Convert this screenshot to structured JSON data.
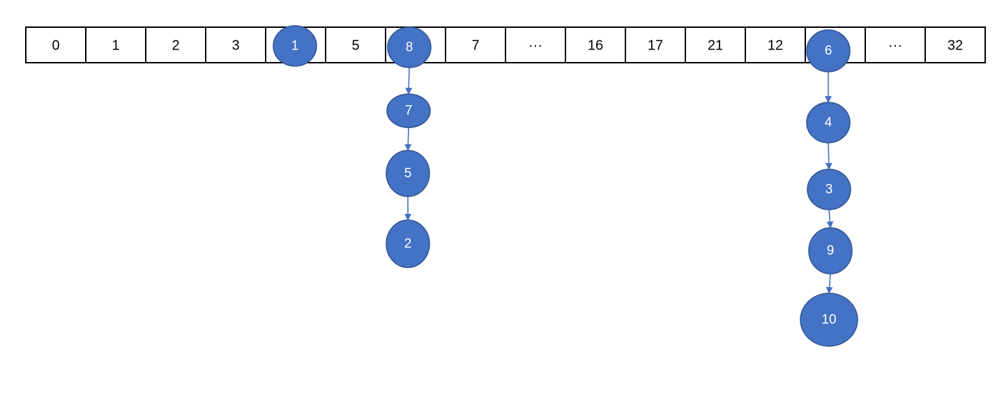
{
  "colors": {
    "node_fill": "#4472c4",
    "node_stroke": "#2f528f",
    "arrow": "#4472c4",
    "cell_border": "#000000",
    "cell_text": "#000000",
    "node_text": "#ffffff"
  },
  "array": {
    "cells": [
      "0",
      "1",
      "2",
      "3",
      "",
      "5",
      "",
      "7",
      "···",
      "16",
      "17",
      "21",
      "12",
      "",
      "···",
      "32"
    ]
  },
  "single_nodes": [
    {
      "cell_index": 4,
      "label": "1"
    }
  ],
  "chains": [
    {
      "cell_index": 6,
      "labels": [
        "8",
        "7",
        "5",
        "2"
      ]
    },
    {
      "cell_index": 13,
      "labels": [
        "6",
        "4",
        "3",
        "9",
        "10"
      ]
    }
  ]
}
